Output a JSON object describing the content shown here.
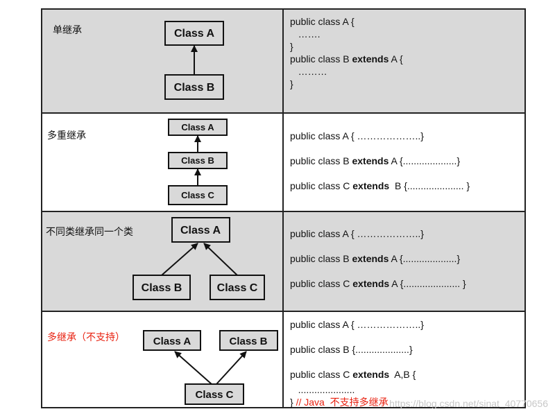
{
  "rows": [
    {
      "label": "单继承",
      "boxes": [
        "Class A",
        "Class B"
      ],
      "code": [
        [
          {
            "t": "public class A {"
          }
        ],
        [
          {
            "t": "   ……."
          }
        ],
        [
          {
            "t": "}"
          }
        ],
        [
          {
            "t": "public class B "
          },
          {
            "t": "extends",
            "kw": true
          },
          {
            "t": " A {"
          }
        ],
        [
          {
            "t": "   ………"
          }
        ],
        [
          {
            "t": "}"
          }
        ]
      ]
    },
    {
      "label": "多重继承",
      "boxes": [
        "Class A",
        "Class B",
        "Class C"
      ],
      "code": [
        [
          {
            "t": "public class A { ………………..}"
          }
        ],
        [
          {
            "t": "public class B "
          },
          {
            "t": "extends",
            "kw": true
          },
          {
            "t": " A {....................}"
          }
        ],
        [
          {
            "t": "public class C "
          },
          {
            "t": "extends",
            "kw": true
          },
          {
            "t": "  B {..................... }"
          }
        ]
      ]
    },
    {
      "label": "不同类继承同一个类",
      "boxes": [
        "Class A",
        "Class B",
        "Class C"
      ],
      "code": [
        [
          {
            "t": "public class A { ………………..}"
          }
        ],
        [
          {
            "t": "public class B "
          },
          {
            "t": "extends",
            "kw": true
          },
          {
            "t": " A {....................}"
          }
        ],
        [
          {
            "t": "public class C "
          },
          {
            "t": "extends",
            "kw": true
          },
          {
            "t": " A {..................... }"
          }
        ]
      ]
    },
    {
      "label": "多继承（不支持）",
      "label_color": "#e8200f",
      "boxes": [
        "Class A",
        "Class B",
        "Class C"
      ],
      "code": [
        [
          {
            "t": "public class A { ………………..}"
          }
        ],
        [
          {
            "t": "public class B {....................}"
          }
        ],
        [
          {
            "t": "public class C "
          },
          {
            "t": "extends",
            "kw": true
          },
          {
            "t": "  A,B {"
          }
        ],
        [
          {
            "t": "   ....................."
          }
        ],
        [
          {
            "t": "} "
          },
          {
            "t": "// Java  不支持多继承",
            "red": true
          }
        ]
      ]
    }
  ],
  "watermark": "https://blog.csdn.net/sinat_40770656"
}
